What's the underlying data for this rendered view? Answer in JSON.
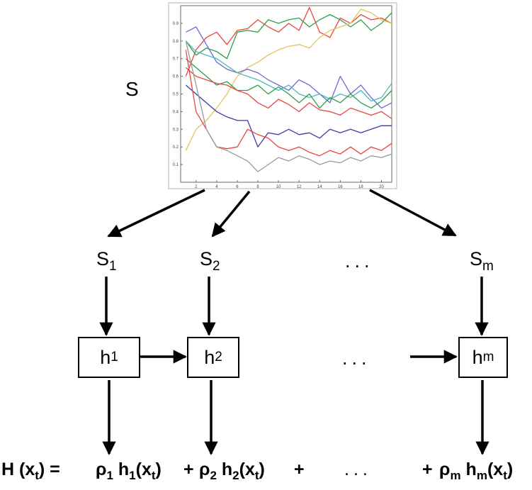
{
  "big_set_label": "S",
  "subsets": [
    {
      "base": "S",
      "sub": "1"
    },
    {
      "base": "S",
      "sub": "2"
    },
    {
      "base": "S",
      "sub": "m"
    }
  ],
  "learners": [
    {
      "base": "h",
      "sub": "1"
    },
    {
      "base": "h",
      "sub": "2"
    },
    {
      "base": "h",
      "sub": "m"
    }
  ],
  "ellipsis": "...",
  "formula": {
    "lhs_H": "H (x",
    "lhs_sub": "t",
    "lhs_close": ") =",
    "term1": {
      "coef": "ρ",
      "coef_sub": "1",
      "h": "h",
      "h_sub": "1",
      "arg": "(x",
      "arg_sub": "t",
      "close": ")"
    },
    "plus1": "+",
    "term2": {
      "coef": "ρ",
      "coef_sub": "2",
      "h": "h",
      "h_sub": "2",
      "arg": "(x",
      "arg_sub": "t",
      "close": ")"
    },
    "plus2": "+",
    "dots": "...",
    "plus3": "+",
    "term3": {
      "coef": "ρ",
      "coef_sub": "m",
      "h": "h",
      "h_sub": "m",
      "arg": "(x",
      "arg_sub": "t",
      "close": ")"
    }
  },
  "chart_data": {
    "type": "line",
    "x": [
      1,
      2,
      3,
      4,
      5,
      6,
      7,
      8,
      9,
      10,
      11,
      12,
      13,
      14,
      15,
      16,
      17,
      18,
      19,
      20,
      21
    ],
    "xticks": [
      "2",
      "4",
      "6",
      "8",
      "10",
      "12",
      "14",
      "16",
      "18",
      "20"
    ],
    "yticks": [
      "0.1",
      "0.2",
      "0.3",
      "0.4",
      "0.5",
      "0.6",
      "0.7",
      "0.8",
      "0.9"
    ],
    "ylim": [
      0,
      1
    ],
    "xlim": [
      0.5,
      21
    ],
    "grid": false,
    "series": [
      {
        "color": "#e8453c",
        "values": [
          0.6,
          0.75,
          0.82,
          0.85,
          0.78,
          0.86,
          0.87,
          0.92,
          0.88,
          0.85,
          0.9,
          0.86,
          0.99,
          0.85,
          0.82,
          0.93,
          0.9,
          0.95,
          0.92,
          0.93,
          0.9
        ]
      },
      {
        "color": "#2e9e4a",
        "values": [
          0.8,
          0.72,
          0.76,
          0.74,
          0.7,
          0.85,
          0.86,
          0.85,
          0.92,
          0.9,
          0.92,
          0.93,
          0.88,
          0.92,
          0.95,
          0.92,
          0.88,
          0.92,
          0.86,
          0.9,
          0.96
        ]
      },
      {
        "color": "#e8c15a",
        "values": [
          0.18,
          0.3,
          0.35,
          0.42,
          0.5,
          0.6,
          0.65,
          0.68,
          0.72,
          0.75,
          0.77,
          0.78,
          0.76,
          0.82,
          0.86,
          0.88,
          0.9,
          0.98,
          0.96,
          0.92,
          0.9
        ]
      },
      {
        "color": "#6a6ad0",
        "values": [
          0.85,
          0.88,
          0.78,
          0.68,
          0.64,
          0.62,
          0.64,
          0.62,
          0.58,
          0.55,
          0.52,
          0.58,
          0.55,
          0.5,
          0.45,
          0.6,
          0.5,
          0.55,
          0.48,
          0.42,
          0.45
        ]
      },
      {
        "color": "#4fb8b8",
        "values": [
          0.8,
          0.74,
          0.72,
          0.7,
          0.66,
          0.62,
          0.6,
          0.58,
          0.55,
          0.52,
          0.55,
          0.5,
          0.48,
          0.5,
          0.47,
          0.5,
          0.48,
          0.52,
          0.46,
          0.48,
          0.56
        ]
      },
      {
        "color": "#2e9e4a",
        "values": [
          0.7,
          0.65,
          0.6,
          0.55,
          0.57,
          0.52,
          0.52,
          0.55,
          0.5,
          0.54,
          0.5,
          0.45,
          0.5,
          0.42,
          0.48,
          0.45,
          0.5,
          0.45,
          0.42,
          0.46,
          0.52
        ]
      },
      {
        "color": "#e8453c",
        "values": [
          0.65,
          0.6,
          0.58,
          0.56,
          0.55,
          0.52,
          0.5,
          0.45,
          0.42,
          0.47,
          0.44,
          0.4,
          0.45,
          0.41,
          0.4,
          0.38,
          0.42,
          0.4,
          0.38,
          0.4,
          0.36
        ]
      },
      {
        "color": "#3a3aa8",
        "values": [
          0.55,
          0.5,
          0.45,
          0.4,
          0.37,
          0.35,
          0.35,
          0.2,
          0.28,
          0.27,
          0.3,
          0.27,
          0.28,
          0.25,
          0.3,
          0.28,
          0.3,
          0.28,
          0.3,
          0.32,
          0.32
        ]
      },
      {
        "color": "#e8453c",
        "values": [
          0.75,
          0.4,
          0.3,
          0.2,
          0.19,
          0.2,
          0.3,
          0.27,
          0.25,
          0.2,
          0.18,
          0.2,
          0.17,
          0.15,
          0.18,
          0.16,
          0.2,
          0.16,
          0.2,
          0.18,
          0.22
        ]
      },
      {
        "color": "#9a9a9a",
        "values": [
          0.8,
          0.55,
          0.3,
          0.2,
          0.18,
          0.15,
          0.12,
          0.06,
          0.1,
          0.14,
          0.12,
          0.15,
          0.13,
          0.1,
          0.12,
          0.11,
          0.14,
          0.12,
          0.15,
          0.14,
          0.16
        ]
      }
    ]
  }
}
